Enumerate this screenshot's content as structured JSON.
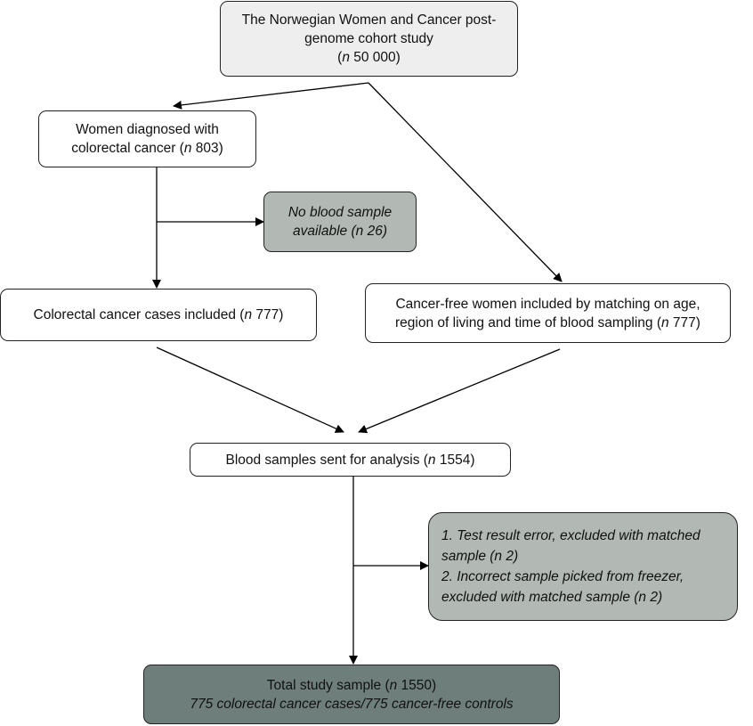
{
  "boxes": {
    "cohort": {
      "line1": "The Norwegian Women and Cancer post-",
      "line2": "genome cohort study",
      "n_italic": "n",
      "n_value": " 50 000",
      "open": "(",
      "close": ")"
    },
    "crc": {
      "line1": "Women diagnosed with",
      "line2_pre": "colorectal cancer (",
      "n_italic": "n",
      "n_value": " 803)"
    },
    "no_blood": {
      "line1": "No blood sample",
      "line2": "available (n 26)"
    },
    "cases": {
      "pre": "Colorectal cancer cases included (",
      "n_italic": "n",
      "n_value": " 777)"
    },
    "controls": {
      "line1": "Cancer-free women included by matching on age,",
      "line2_pre": "region of living and time of blood sampling (",
      "n_italic": "n",
      "n_value": " 777)"
    },
    "blood": {
      "pre": "Blood samples sent for analysis (",
      "n_italic": "n",
      "n_value": " 1554)"
    },
    "exclusions": {
      "item1_line1": "1. Test result error, excluded with matched",
      "item1_line2": "sample (n 2)",
      "item2_line1": "2. Incorrect sample picked from freezer,",
      "item2_line2": "excluded with matched sample (n 2)"
    },
    "total": {
      "pre": "Total study sample (",
      "n_italic": "n",
      "n_value": " 1550)",
      "line2": "775 colorectal cancer cases/775 cancer-free controls"
    }
  },
  "colors": {
    "light": "#eeeeee",
    "mid": "#b2b8b3",
    "dark": "#6e7e7a",
    "stroke": "#000000"
  }
}
